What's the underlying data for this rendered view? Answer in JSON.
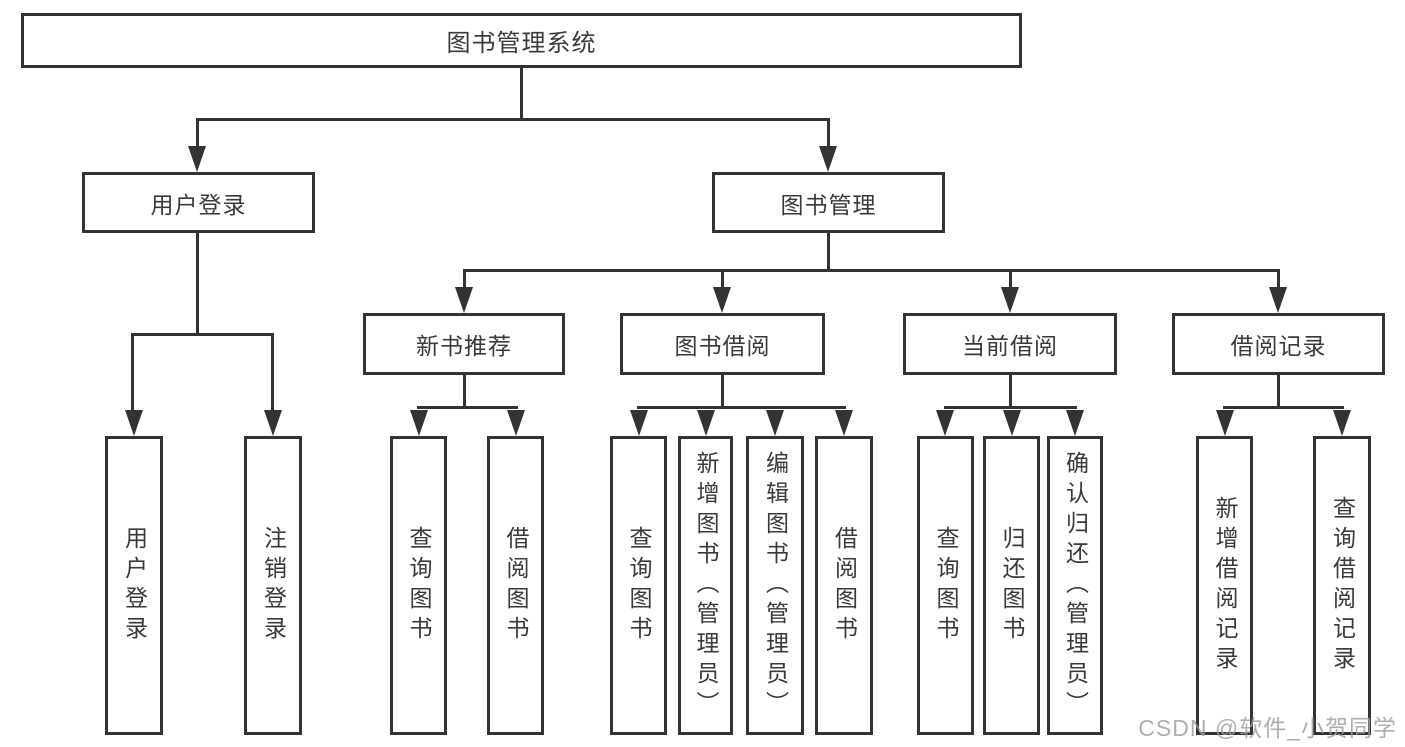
{
  "diagram": {
    "type": "tree",
    "root": {
      "label": "图书管理系统"
    },
    "branches": [
      {
        "label": "用户登录",
        "children": [
          {
            "label": "用户登录"
          },
          {
            "label": "注销登录"
          }
        ]
      },
      {
        "label": "图书管理",
        "children": [
          {
            "label": "新书推荐",
            "children": [
              {
                "label": "查询图书"
              },
              {
                "label": "借阅图书"
              }
            ]
          },
          {
            "label": "图书借阅",
            "children": [
              {
                "label": "查询图书"
              },
              {
                "label": "新增图书（管理员）"
              },
              {
                "label": "编辑图书（管理员）"
              },
              {
                "label": "借阅图书"
              }
            ]
          },
          {
            "label": "当前借阅",
            "children": [
              {
                "label": "查询图书"
              },
              {
                "label": "归还图书"
              },
              {
                "label": "确认归还（管理员）"
              }
            ]
          },
          {
            "label": "借阅记录",
            "children": [
              {
                "label": "新增借阅记录"
              },
              {
                "label": "查询借阅记录"
              }
            ]
          }
        ]
      }
    ]
  },
  "watermark": {
    "text": "CSDN @软件_小贺同学"
  },
  "colors": {
    "line": "#333333",
    "text": "#3a3a3a",
    "background": "#ffffff",
    "watermark": "#a0a0a0"
  }
}
